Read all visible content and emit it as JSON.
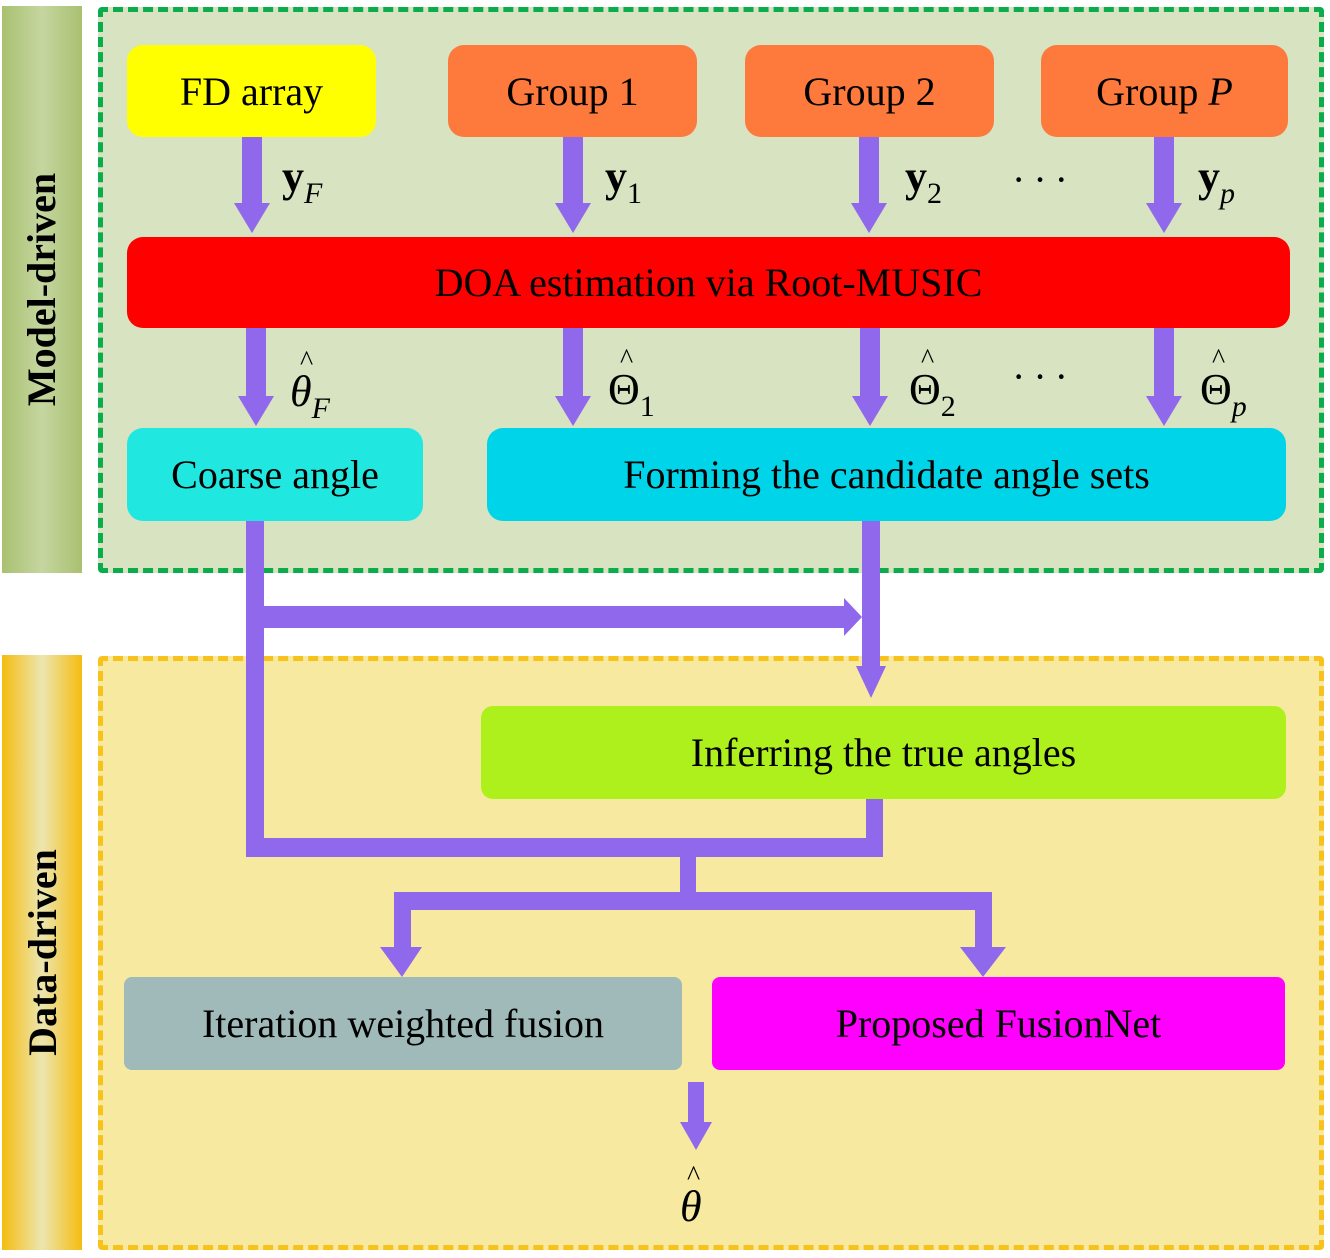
{
  "sections": {
    "model_driven_label": "Model-driven",
    "data_driven_label": "Data-driven"
  },
  "nodes": {
    "fd_array": "FD array",
    "group_1": "Group 1",
    "group_2": "Group 2",
    "group_p_prefix": "Group ",
    "group_p_var": "P",
    "doa_estimation": "DOA estimation via Root-MUSIC",
    "coarse_angle": "Coarse angle",
    "candidate_sets": "Forming the candidate angle sets",
    "infer_true": "Inferring the true angles",
    "iteration_fusion": "Iteration weighted fusion",
    "fusionnet": "Proposed FusionNet"
  },
  "symbols": {
    "y": "y",
    "y_F_sub": "F",
    "y_1_sub": "1",
    "y_2_sub": "2",
    "y_p_sub": "p",
    "theta": "θ",
    "theta_F_sub": "F",
    "Theta": "Θ",
    "Theta_1_sub": "1",
    "Theta_2_sub": "2",
    "Theta_p_sub": "p",
    "hat": "^",
    "ellipsis": "···"
  },
  "colors": {
    "arrow": "#9068ec",
    "fd_array": "#ffff00",
    "group": "#fd7a3c",
    "doa": "#ff0000",
    "coarse": "#20e8e0",
    "candidate": "#00d4e8",
    "infer": "#aef01c",
    "iteration": "#9fbab8",
    "fusionnet": "#ff00ff"
  }
}
